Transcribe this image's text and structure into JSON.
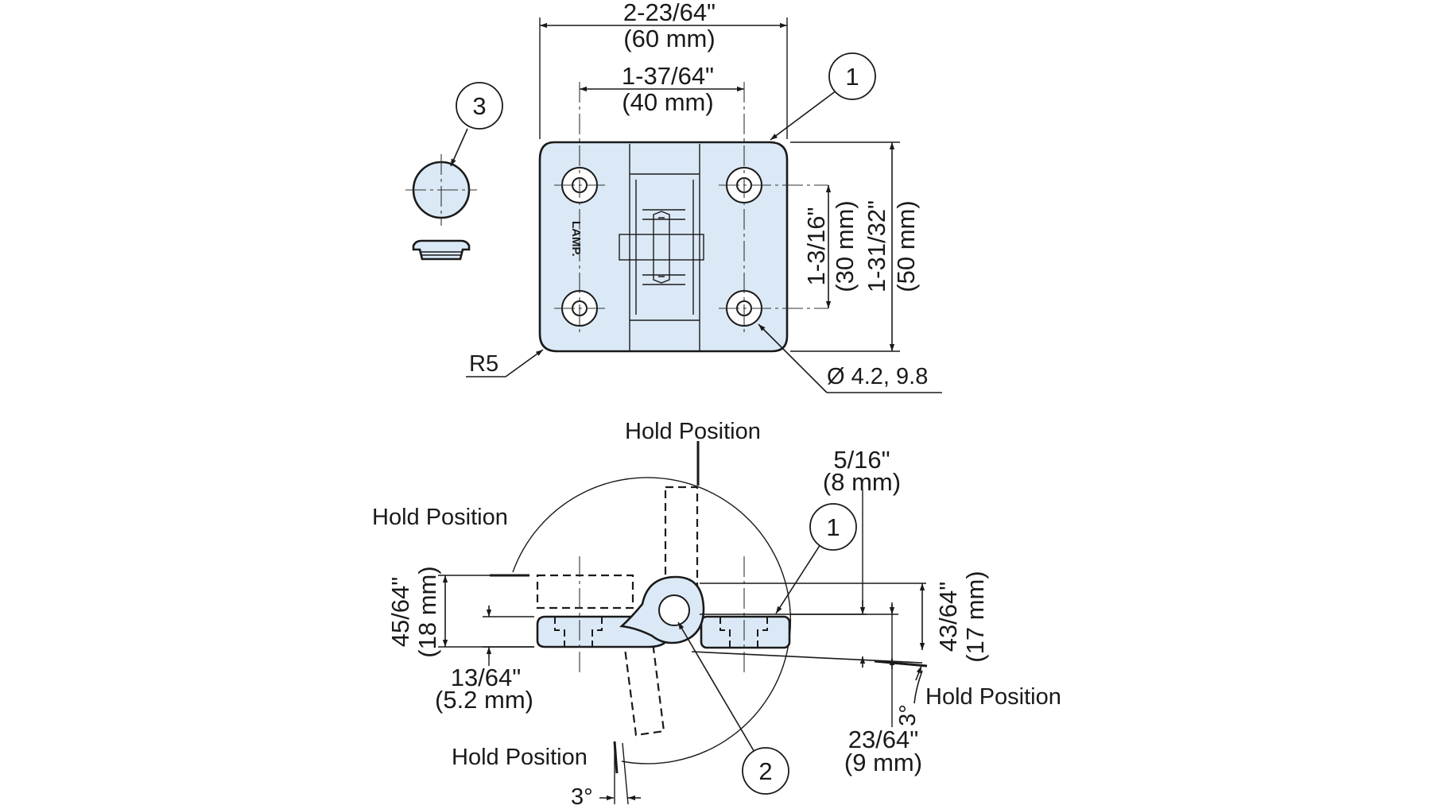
{
  "top_view": {
    "width": {
      "in": "2-23/64\"",
      "mm": "(60 mm)"
    },
    "hole_pitch_h": {
      "in": "1-37/64\"",
      "mm": "(40 mm)"
    },
    "hole_pitch_v": {
      "in": "1-3/16\"",
      "mm": "(30 mm)"
    },
    "height": {
      "in": "1-31/32\"",
      "mm": "(50 mm)"
    },
    "corner_radius": "R5",
    "hole_dia": "Ø 4.2, 9.8",
    "logo": "LAMP."
  },
  "side_view": {
    "hold_top": "Hold Position",
    "hold_left": "Hold Position",
    "hold_right": "Hold Position",
    "hold_bottom": "Hold Position",
    "dim_5_16": {
      "in": "5/16\"",
      "mm": "(8 mm)"
    },
    "dim_45_64": {
      "in": "45/64\"",
      "mm": "(18 mm)"
    },
    "dim_13_64": {
      "in": "13/64\"",
      "mm": "(5.2 mm)"
    },
    "dim_43_64": {
      "in": "43/64\"",
      "mm": "(17 mm)"
    },
    "dim_23_64": {
      "in": "23/64\"",
      "mm": "(9 mm)"
    },
    "angle_right": "3°",
    "angle_bottom": "3°"
  },
  "callouts": {
    "one": "1",
    "two": "2",
    "three": "3"
  }
}
